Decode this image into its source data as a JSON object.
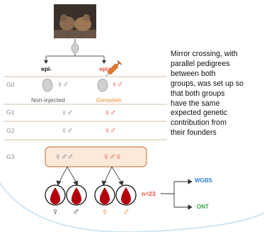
{
  "lines": {
    "epi_minus": "epi-",
    "epi_plus": "epi+"
  },
  "g0": {
    "label": "G0",
    "non_injected": "Non-injected",
    "genistein": "Genistein",
    "pair": "♀♂"
  },
  "generations": [
    "G1",
    "G2",
    "G3"
  ],
  "g1_pair": "♀♂",
  "g2_pair": "♀♂",
  "g3": {
    "left_group": "♀♂♂",
    "right_group": "♀♂♀"
  },
  "offspring": {
    "sexes": [
      "♀",
      "♂",
      "♀",
      "♂"
    ],
    "n_label": "n=23"
  },
  "outputs": [
    "WGBS",
    "ONT"
  ],
  "caption": "Mirror crossing, with\nparallel pedigrees\nbetween both\ngroups, was set up so\nthat both groups\nhave the same\nexpected genetic\ncontribution from\ntheir founders",
  "colors": {
    "grey": "#7a7a7a",
    "red": "#e8493a",
    "orange": "#e8892e",
    "blue": "#2a7fd4",
    "green": "#3aa34a",
    "blood": "#b3000c",
    "bg_curve": "#cfe3f3"
  },
  "icons": [
    "quail-photo-icon",
    "egg-icon",
    "syringe-icon",
    "blood-drop-icon"
  ]
}
